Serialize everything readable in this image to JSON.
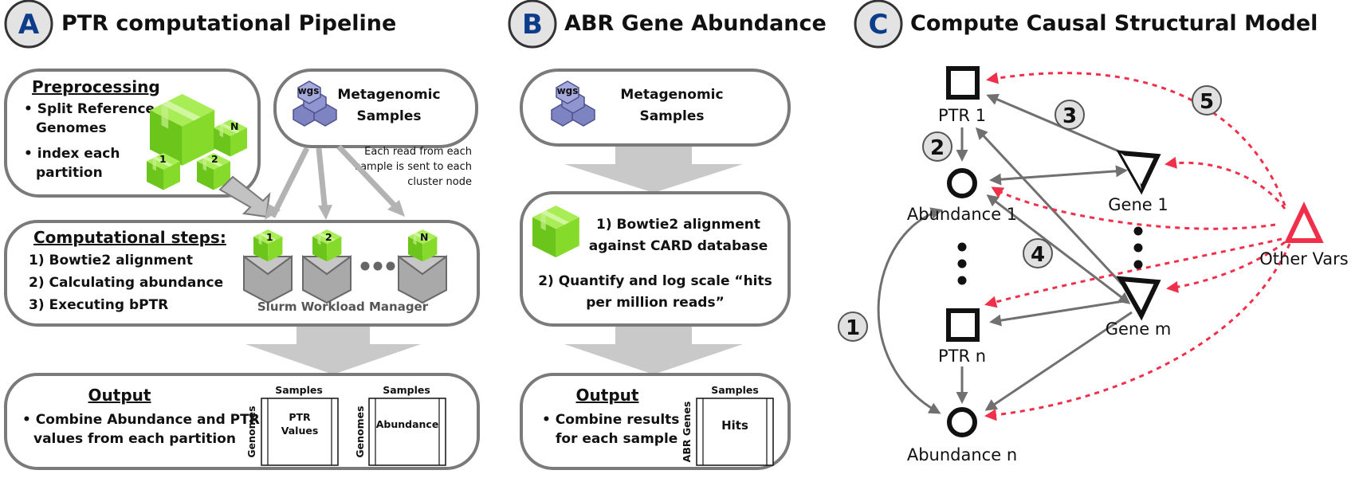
{
  "panelA": {
    "letter": "A",
    "title": "PTR computational Pipeline",
    "preprocessing": {
      "heading": "Preprocessing",
      "bullet1": [
        "• Split Reference",
        "Genomes"
      ],
      "bullet2": [
        "• index each",
        "partition"
      ],
      "cube_labels": [
        "N",
        "1",
        "2"
      ]
    },
    "samples": {
      "line1": "Metagenomic",
      "line2": "Samples",
      "db_label": "wgs"
    },
    "note": [
      "Each read from each",
      "sample is sent to each",
      "cluster node"
    ],
    "compute": {
      "heading": "Computational steps:",
      "steps": [
        "1) Bowtie2 alignment",
        "2) Calculating abundance",
        "3) Executing bPTR"
      ],
      "node_labels": [
        "1",
        "2",
        "N"
      ],
      "manager": "Slurm Workload Manager"
    },
    "output": {
      "heading": "Output",
      "bullet": [
        "• Combine Abundance and PTR",
        "values from each partition"
      ],
      "table1": {
        "top": "Samples",
        "side": "Genomes",
        "cell": [
          "PTR",
          "Values"
        ]
      },
      "table2": {
        "top": "Samples",
        "side": "Genomes",
        "cell": [
          "Abundance"
        ]
      }
    }
  },
  "panelB": {
    "letter": "B",
    "title": "ABR Gene Abundance",
    "samples": {
      "line1": "Metagenomic",
      "line2": "Samples",
      "db_label": "wgs"
    },
    "steps": {
      "s1": [
        "1) Bowtie2 alignment",
        "against CARD database"
      ],
      "s2": [
        "2) Quantify and log scale “hits",
        "per million reads”"
      ]
    },
    "output": {
      "heading": "Output",
      "bullet": [
        "• Combine results",
        "for each sample"
      ],
      "table": {
        "top": "Samples",
        "side": "ABR Genes",
        "cell": [
          "Hits"
        ]
      }
    }
  },
  "panelC": {
    "letter": "C",
    "title": "Compute Causal Structural Model",
    "nodes": {
      "ptr1": "PTR 1",
      "ab1": "Abundance 1",
      "gene1": "Gene 1",
      "ptrn": "PTR n",
      "abn": "Abundance n",
      "genem": "Gene m",
      "other": "Other Vars"
    },
    "numbers": [
      "1",
      "2",
      "3",
      "4",
      "5"
    ]
  },
  "colors": {
    "accent": "#0d3d8a",
    "red": "#f0304a",
    "green": "#7ed321",
    "grey": "#7a7a7a",
    "db": "#8c90c8"
  }
}
